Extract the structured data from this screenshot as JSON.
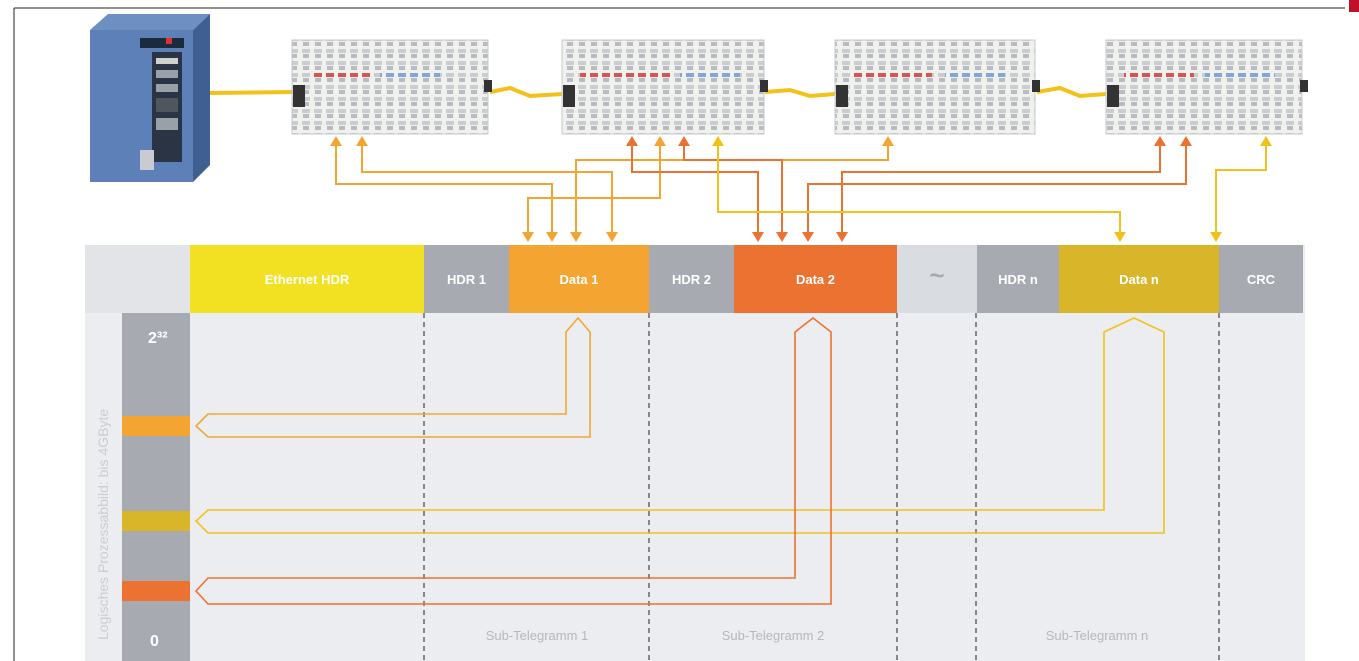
{
  "telegram": {
    "cells": [
      {
        "id": "ethernet-hdr",
        "label": "Ethernet HDR",
        "color": "#f2e022",
        "text_color": "#ffffff"
      },
      {
        "id": "hdr-1",
        "label": "HDR 1",
        "color": "#a7abb1",
        "text_color": "#ffffff"
      },
      {
        "id": "data-1",
        "label": "Data 1",
        "color": "#f4a531",
        "text_color": "#ffffff"
      },
      {
        "id": "hdr-2",
        "label": "HDR 2",
        "color": "#a7abb1",
        "text_color": "#ffffff"
      },
      {
        "id": "data-2",
        "label": "Data 2",
        "color": "#ec7231",
        "text_color": "#ffffff"
      },
      {
        "id": "gap",
        "label": "~",
        "color": "#d9dce0",
        "text_color": "#a7abb1"
      },
      {
        "id": "hdr-n",
        "label": "HDR n",
        "color": "#a7abb1",
        "text_color": "#ffffff"
      },
      {
        "id": "data-n",
        "label": "Data n",
        "color": "#d9b52a",
        "text_color": "#ffffff"
      },
      {
        "id": "crc",
        "label": "CRC",
        "color": "#a7abb1",
        "text_color": "#ffffff"
      }
    ]
  },
  "sub_telegrams": [
    "Sub-Telegramm 1",
    "Sub-Telegramm 2",
    "Sub-Telegramm n"
  ],
  "process_image": {
    "axis_label": "Logisches Prozessabbild: bis 4GByte",
    "top_label": "2³²",
    "bottom_label": "0"
  },
  "colors": {
    "orange_light": "#f4a531",
    "orange_dark": "#ec7231",
    "yellow_dark": "#d9b52a",
    "cable_yellow": "#f2c21a",
    "grey_header": "#a7abb1",
    "area_bg": "#ebedf0",
    "accent_red": "#c0102a"
  }
}
